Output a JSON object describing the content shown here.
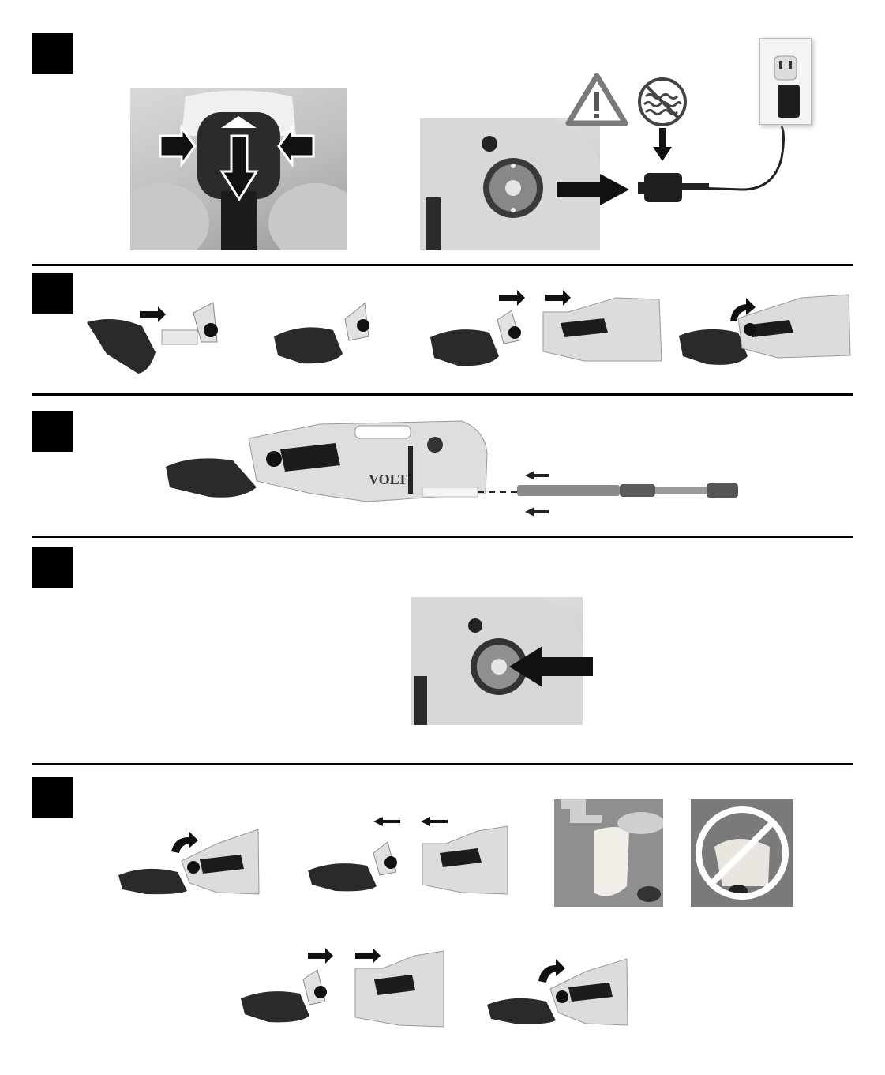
{
  "page": {
    "title": "",
    "background": "#ffffff",
    "accent": "#000000"
  },
  "steps": [
    {
      "id": "step-1",
      "icons": [
        "warning-triangle-icon",
        "no-water-icon",
        "wall-outlet-icon"
      ]
    },
    {
      "id": "step-2",
      "icons": [
        "arrow-right-icon",
        "rotate-arrow-icon"
      ]
    },
    {
      "id": "step-3",
      "icons": [
        "arrow-left-icon",
        "telescopic-pole-icon"
      ]
    },
    {
      "id": "step-4",
      "icons": [
        "arrow-left-icon"
      ]
    },
    {
      "id": "step-5",
      "icons": [
        "rotate-arrow-icon",
        "arrow-left-icon",
        "arrow-right-icon",
        "prohibited-icon"
      ]
    }
  ],
  "brand": {
    "logo_text": "VOLT"
  }
}
